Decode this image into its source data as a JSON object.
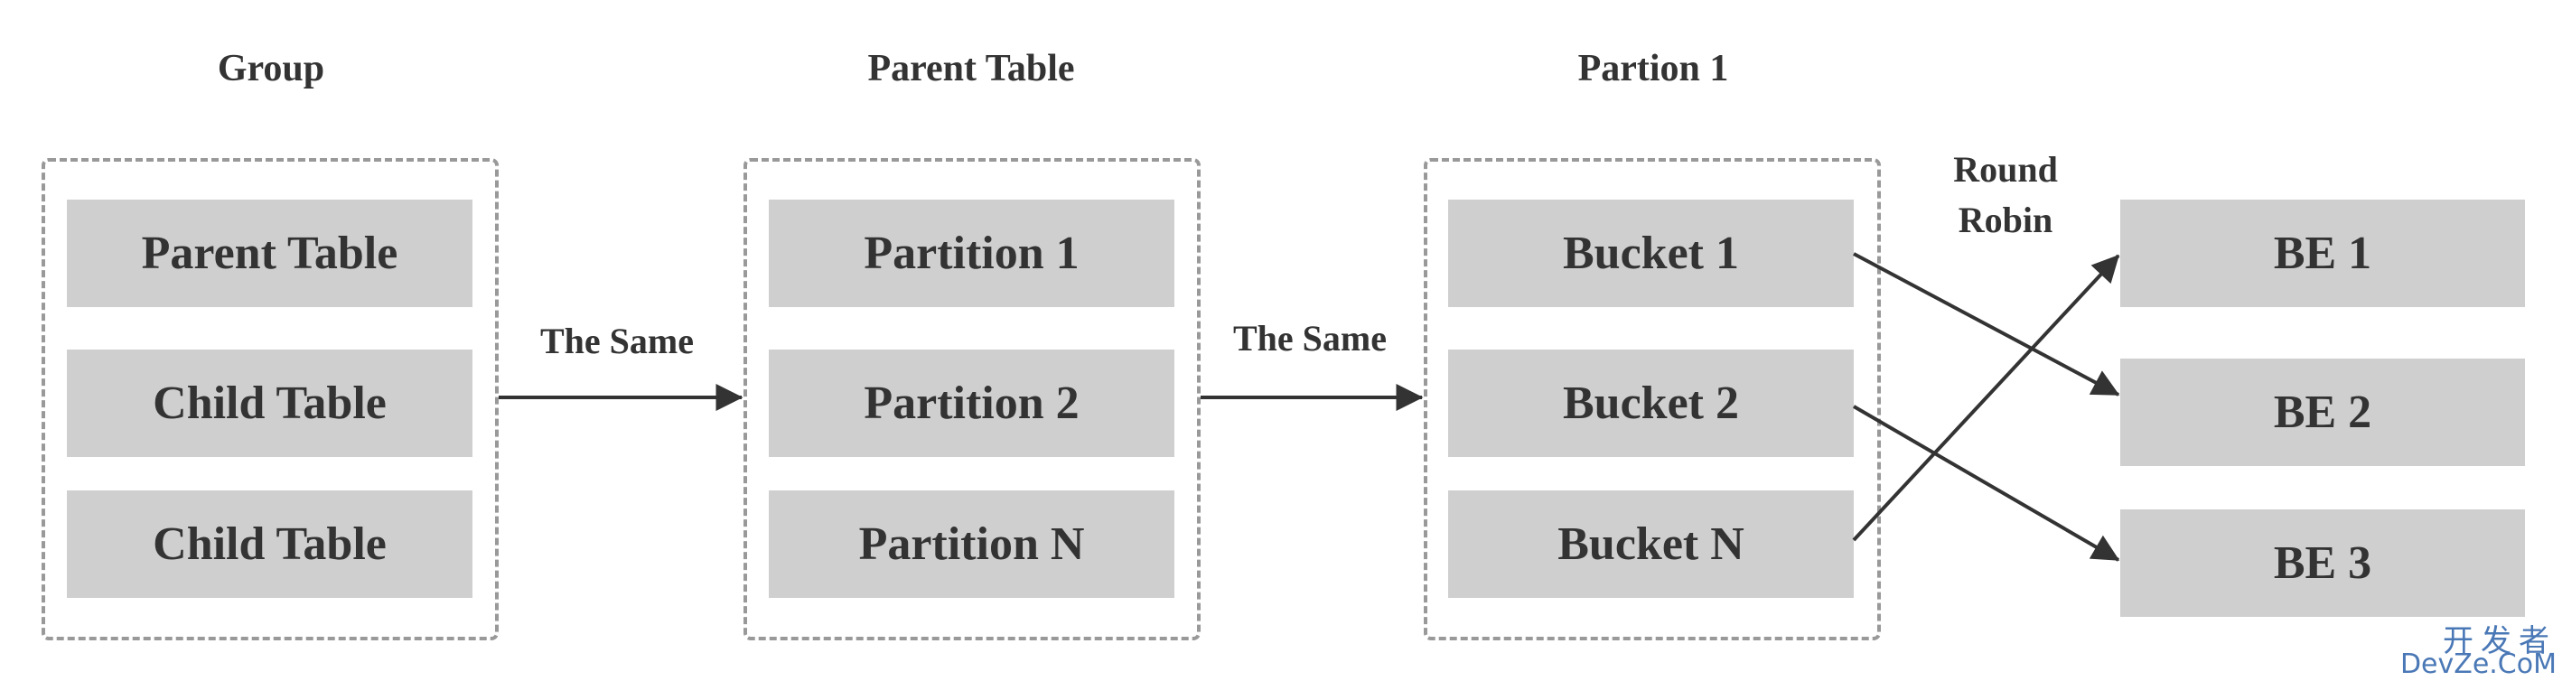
{
  "headings": {
    "group": "Group",
    "parent_table": "Parent Table",
    "partition": "Partion 1"
  },
  "group_nodes": [
    "Parent Table",
    "Child Table",
    "Child Table"
  ],
  "partition_nodes": [
    "Partition 1",
    "Partition 2",
    "Partition N"
  ],
  "bucket_nodes": [
    "Bucket 1",
    "Bucket 2",
    "Bucket N"
  ],
  "be_nodes": [
    "BE 1",
    "BE 2",
    "BE 3"
  ],
  "edge_labels": {
    "same_1": "The Same",
    "same_2": "The Same",
    "round_robin_line1": "Round",
    "round_robin_line2": "Robin"
  },
  "watermark": {
    "cn": "开发者",
    "en": "DevZe.CoM"
  },
  "colors": {
    "node_fill": "#cfcfcf",
    "dashed_border": "#999999",
    "text": "#333333",
    "arrow": "#333333",
    "watermark": "#4a78b6"
  }
}
